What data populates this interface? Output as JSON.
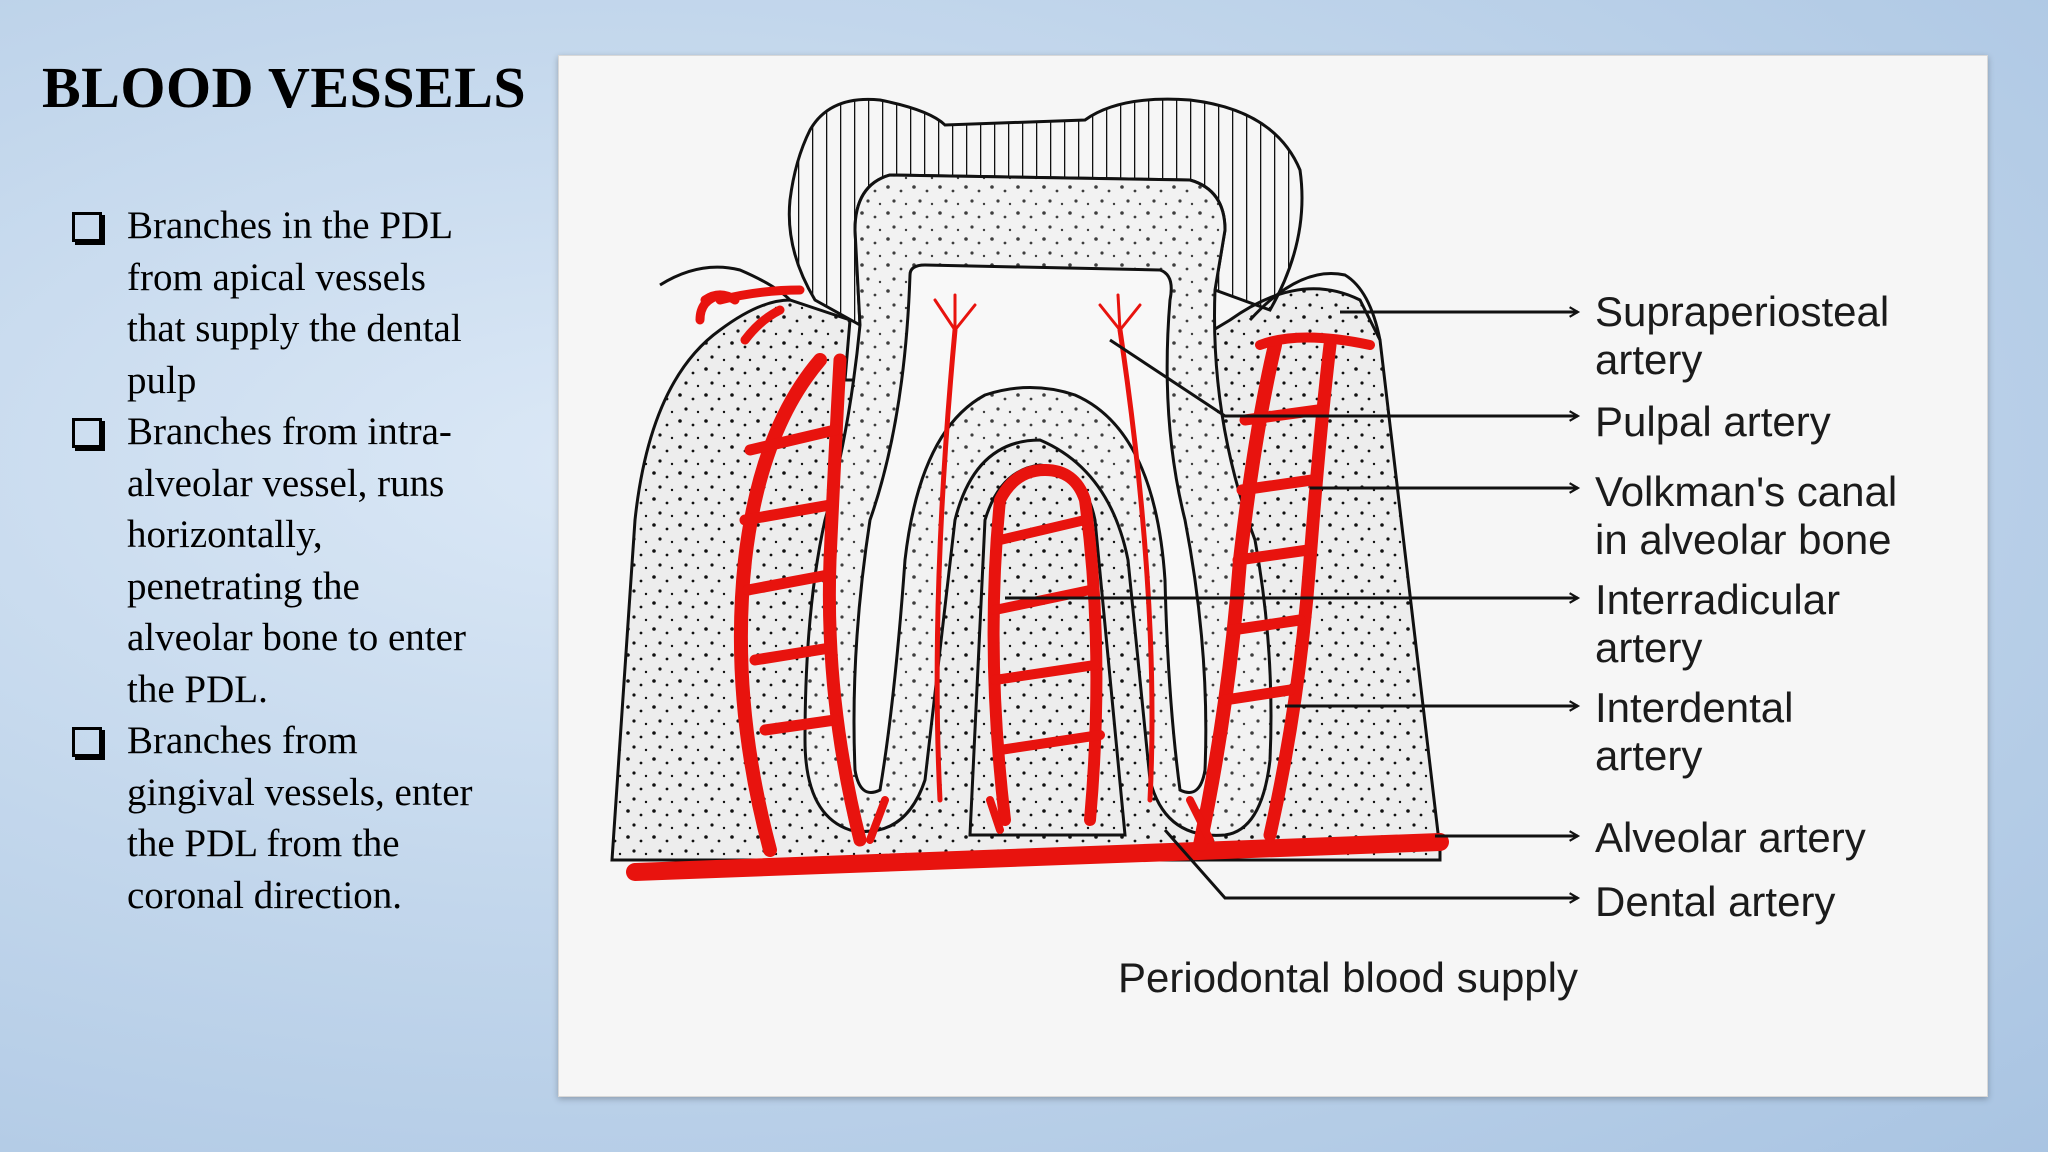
{
  "slide": {
    "title": "BLOOD VESSELS",
    "bullets": [
      "Branches in the PDL from apical vessels that supply the dental pulp",
      "Branches from intra-alveolar vessel, runs horizontally, penetrating the alveolar bone to enter the PDL.",
      "Branches from gingival vessels, enter the PDL from the coronal direction."
    ],
    "bullet_icon": "square-checkbox-icon"
  },
  "diagram": {
    "caption": "Periodontal blood supply",
    "colors": {
      "vessel": "#e8130e",
      "ink": "#111111",
      "bone": "#efefef"
    },
    "labels": [
      {
        "line1": "Supraperiosteal",
        "line2": "artery"
      },
      {
        "line1": "Pulpal artery",
        "line2": ""
      },
      {
        "line1": "Volkman's canal",
        "line2": "in alveolar bone"
      },
      {
        "line1": "Interradicular",
        "line2": "artery"
      },
      {
        "line1": "Interdental",
        "line2": "artery"
      },
      {
        "line1": "Alveolar artery",
        "line2": ""
      },
      {
        "line1": "Dental artery",
        "line2": ""
      }
    ]
  }
}
